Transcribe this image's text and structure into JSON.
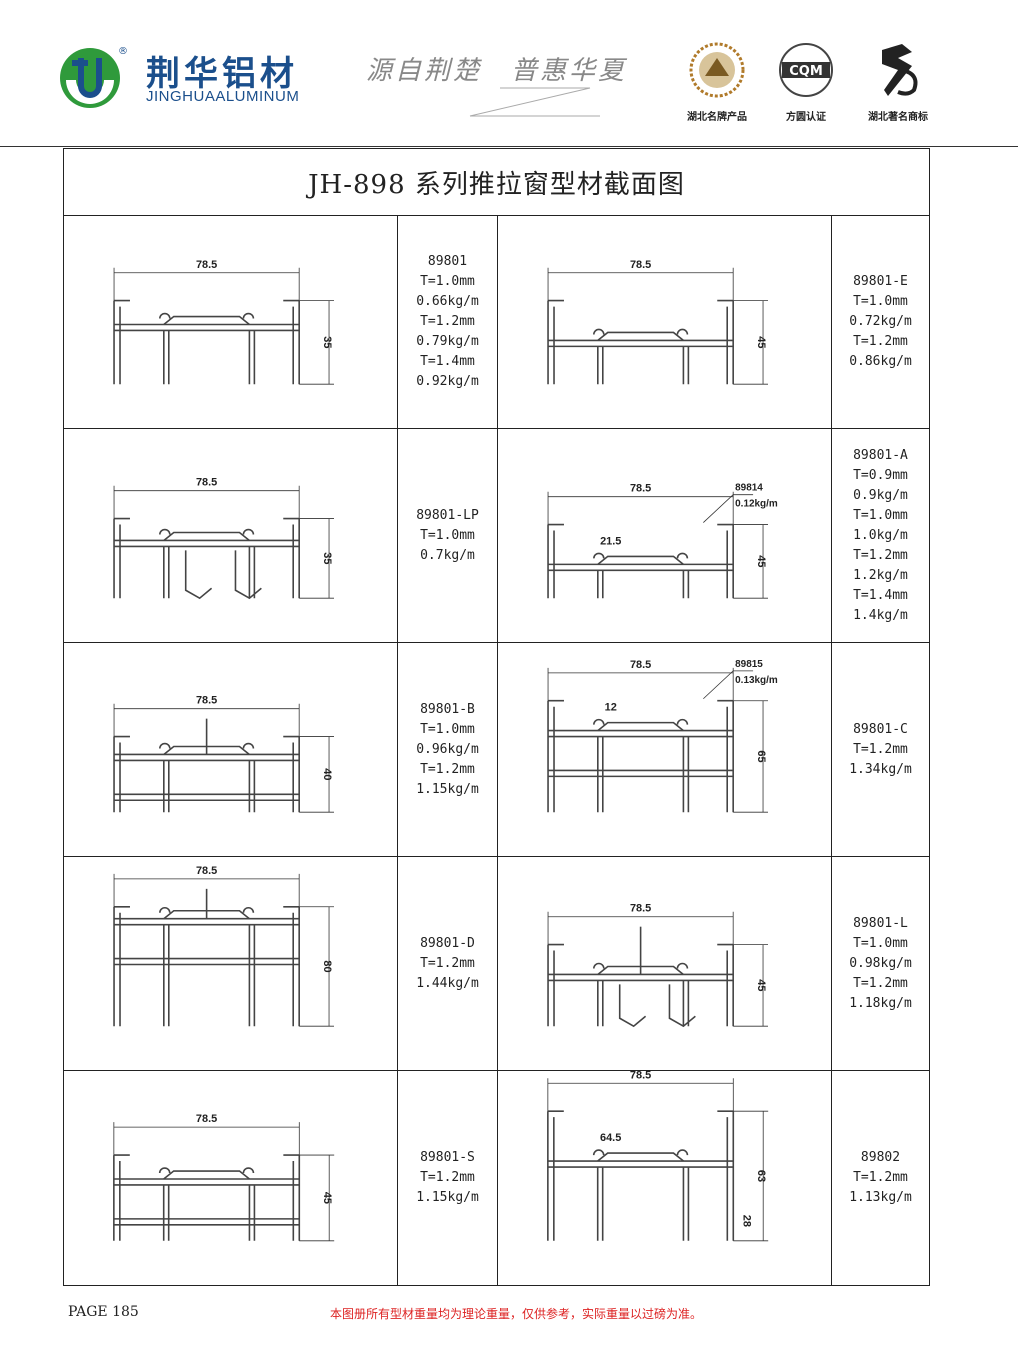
{
  "header": {
    "brand_cn": "荆华铝材",
    "brand_en": "JINGHUAALUMINUM",
    "slogan": "源自荆楚　普惠华夏",
    "certs": [
      {
        "label": "湖北名牌产品",
        "icon": "medal-icon"
      },
      {
        "label": "方圆认证",
        "icon": "cqm-icon",
        "badge_text": "CQM"
      },
      {
        "label": "湖北著名商标",
        "icon": "trademark-icon"
      }
    ]
  },
  "title": "JH-898 系列推拉窗型材截面图",
  "rows": [
    {
      "left": {
        "code": "89801",
        "specs": [
          "T=1.0mm",
          "0.66kg/m",
          "T=1.2mm",
          "0.79kg/m",
          "T=1.4mm",
          "0.92kg/m"
        ],
        "width": "78.5",
        "height": "35"
      },
      "right": {
        "code": "89801-E",
        "specs": [
          "T=1.0mm",
          "0.72kg/m",
          "T=1.2mm",
          "0.86kg/m"
        ],
        "width": "78.5",
        "height": "45"
      }
    },
    {
      "left": {
        "code": "89801-LP",
        "specs": [
          "T=1.0mm",
          "0.7kg/m"
        ],
        "width": "78.5",
        "height": "35"
      },
      "right": {
        "code": "89801-A",
        "specs": [
          "T=0.9mm",
          "0.9kg/m",
          "T=1.0mm",
          "1.0kg/m",
          "T=1.2mm",
          "1.2kg/m",
          "T=1.4mm",
          "1.4kg/m"
        ],
        "width": "78.5",
        "height": "45",
        "inner": "21.5",
        "callout": "89814",
        "callout_w": "0.12kg/m"
      }
    },
    {
      "left": {
        "code": "89801-B",
        "specs": [
          "T=1.0mm",
          "0.96kg/m",
          "T=1.2mm",
          "1.15kg/m"
        ],
        "width": "78.5",
        "height": "40"
      },
      "right": {
        "code": "89801-C",
        "specs": [
          "T=1.2mm",
          "1.34kg/m"
        ],
        "width": "78.5",
        "height": "65",
        "inner": "12",
        "callout": "89815",
        "callout_w": "0.13kg/m"
      }
    },
    {
      "left": {
        "code": "89801-D",
        "specs": [
          "T=1.2mm",
          "1.44kg/m"
        ],
        "width": "78.5",
        "height": "80"
      },
      "right": {
        "code": "89801-L",
        "specs": [
          "T=1.0mm",
          "0.98kg/m",
          "T=1.2mm",
          "1.18kg/m"
        ],
        "width": "78.5",
        "height": "45"
      }
    },
    {
      "left": {
        "code": "89801-S",
        "specs": [
          "T=1.2mm",
          "1.15kg/m"
        ],
        "width": "78.5",
        "height": "45"
      },
      "right": {
        "code": "89802",
        "specs": [
          "T=1.2mm",
          "1.13kg/m"
        ],
        "width": "78.5",
        "height": "63",
        "inner": "64.5",
        "height2": "28"
      }
    }
  ],
  "footer": {
    "page": "PAGE 185",
    "note": "本图册所有型材重量均为理论重量，仅供参考，实际重量以过磅为准。"
  }
}
